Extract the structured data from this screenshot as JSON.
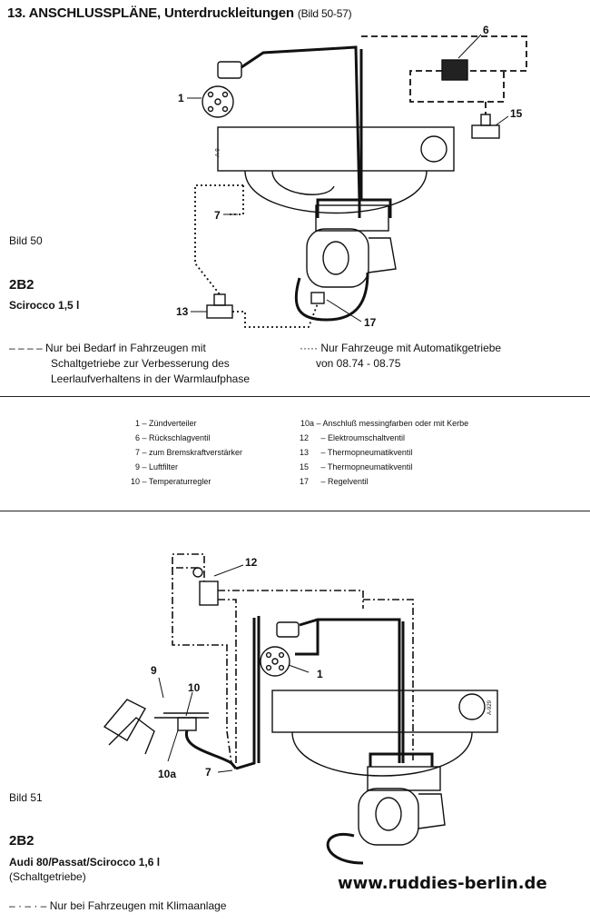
{
  "header": {
    "title": "13. ANSCHLUSSPLÄNE, Unterdruckleitungen",
    "subtitle": "(Bild 50-57)"
  },
  "figure50": {
    "bild_label": "Bild 50",
    "engine_code": "2B2",
    "model": "Scirocco 1,5 l",
    "callouts": {
      "c1": "1",
      "c6": "6",
      "c7": "7",
      "c13": "13",
      "c15": "15",
      "c17": "17",
      "part_stamp": "A-9 "
    },
    "notes": [
      {
        "marker": "– – – –",
        "text_lines": [
          "Nur bei Bedarf in Fahrzeugen mit",
          "Schaltgetriebe zur Verbesserung des",
          "Leerlaufverhaltens in der Warmlaufphase"
        ]
      },
      {
        "marker": "·····",
        "text_lines": [
          "Nur Fahrzeuge mit Automatikgetriebe",
          "von 08.74 - 08.75"
        ]
      }
    ]
  },
  "legend": {
    "left": [
      {
        "num": "1",
        "text": "– Zündverteiler"
      },
      {
        "num": "6",
        "text": "– Rückschlagventil"
      },
      {
        "num": "7",
        "text": "– zum Bremskraftverstärker"
      },
      {
        "num": "9",
        "text": "– Luftfilter"
      },
      {
        "num": "10",
        "text": "– Temperaturregler"
      }
    ],
    "right": [
      {
        "num": "10a",
        "text": "– Anschluß messingfarben oder mit Kerbe"
      },
      {
        "num": "12",
        "text": "– Elektroumschaltventil"
      },
      {
        "num": "13",
        "text": "– Thermopneumatikventil"
      },
      {
        "num": "15",
        "text": "– Thermopneumatikventil"
      },
      {
        "num": "17",
        "text": "– Regelventil"
      }
    ]
  },
  "figure51": {
    "bild_label": "Bild 51",
    "engine_code": "2B2",
    "model": "Audi 80/Passat/Scirocco 1,6 l",
    "model_note": "(Schaltgetriebe)",
    "callouts": {
      "c1": "1",
      "c7": "7",
      "c9": "9",
      "c10": "10",
      "c10a": "10a",
      "c12": "12",
      "part_stamp": "A-929"
    },
    "note": {
      "marker": "– · – · –",
      "text": "Nur bei Fahrzeugen mit Klimaanlage"
    }
  },
  "watermark": "www.ruddies-berlin.de"
}
